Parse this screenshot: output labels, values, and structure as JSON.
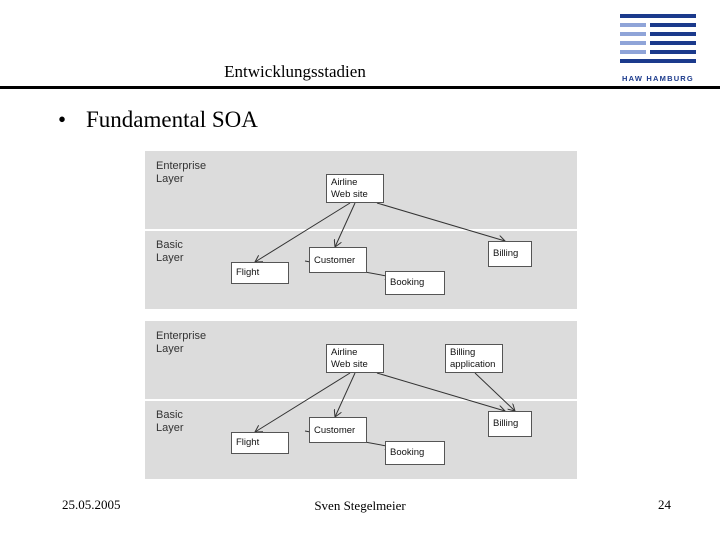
{
  "header": {
    "title": "Entwicklungsstadien",
    "logo_text": "HAW HAMBURG",
    "colors": {
      "logo_dark": "#1b3a8c",
      "logo_light": "#8fa4d8"
    }
  },
  "content": {
    "bullet": "•",
    "bullet_text": "Fundamental SOA"
  },
  "diagrams": [
    {
      "enterprise_label": "Enterprise\nLayer",
      "basic_label": "Basic\nLayer",
      "nodes": {
        "airline": "Airline\nWeb site",
        "billing": "Billing",
        "flight": "Flight",
        "customer": "Customer",
        "booking": "Booking"
      }
    },
    {
      "enterprise_label": "Enterprise\nLayer",
      "basic_label": "Basic\nLayer",
      "nodes": {
        "airline": "Airline\nWeb site",
        "billing_app": "Billing\napplication",
        "billing": "Billing",
        "flight": "Flight",
        "customer": "Customer",
        "booking": "Booking"
      }
    }
  ],
  "footer": {
    "date": "25.05.2005",
    "author": "Sven Stegelmeier",
    "page": "24"
  }
}
